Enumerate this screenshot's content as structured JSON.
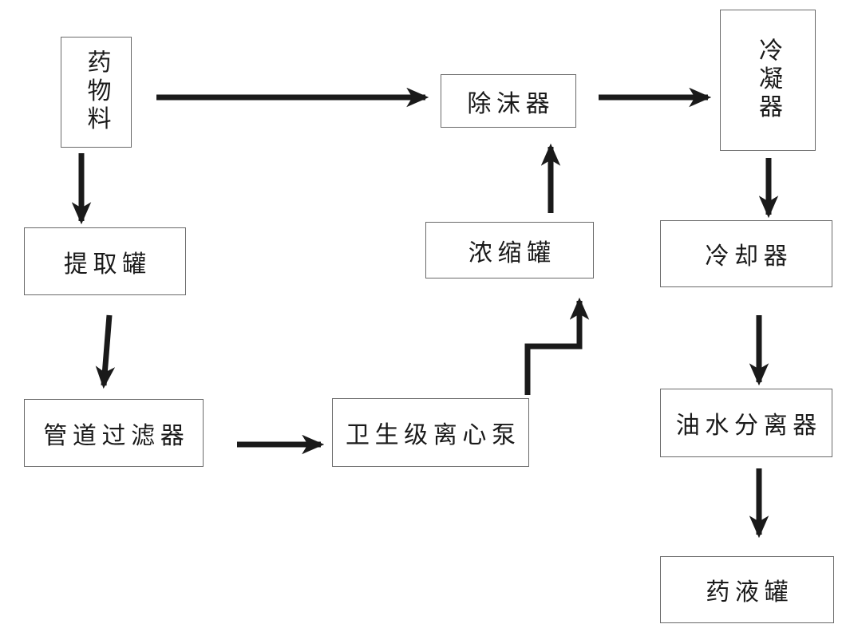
{
  "diagram": {
    "type": "process-flowchart",
    "colors": {
      "background": "#ffffff",
      "box_border": "#6a6a6a",
      "text": "#1a1a1a",
      "arrow": "#1a1a1a"
    },
    "nodes": [
      {
        "id": "drug-material",
        "label": "药物料",
        "orientation": "vertical"
      },
      {
        "id": "extraction-tank",
        "label": "提取罐",
        "orientation": "horizontal"
      },
      {
        "id": "pipeline-filter",
        "label": "管道过滤器",
        "orientation": "horizontal"
      },
      {
        "id": "sanitary-pump",
        "label": "卫生级离心泵",
        "orientation": "horizontal"
      },
      {
        "id": "concentration-tank",
        "label": "浓缩罐",
        "orientation": "horizontal"
      },
      {
        "id": "demister",
        "label": "除沫器",
        "orientation": "horizontal"
      },
      {
        "id": "condenser",
        "label": "冷凝器",
        "orientation": "vertical"
      },
      {
        "id": "cooler",
        "label": "冷却器",
        "orientation": "horizontal"
      },
      {
        "id": "oil-water-separator",
        "label": "油水分离器",
        "orientation": "horizontal"
      },
      {
        "id": "liquid-medicine-tank",
        "label": "药液罐",
        "orientation": "horizontal"
      }
    ],
    "edges": [
      {
        "from": "drug-material",
        "to": "demister"
      },
      {
        "from": "drug-material",
        "to": "extraction-tank"
      },
      {
        "from": "extraction-tank",
        "to": "pipeline-filter"
      },
      {
        "from": "pipeline-filter",
        "to": "sanitary-pump"
      },
      {
        "from": "sanitary-pump",
        "to": "concentration-tank"
      },
      {
        "from": "concentration-tank",
        "to": "demister"
      },
      {
        "from": "demister",
        "to": "condenser"
      },
      {
        "from": "condenser",
        "to": "cooler"
      },
      {
        "from": "cooler",
        "to": "oil-water-separator"
      },
      {
        "from": "oil-water-separator",
        "to": "liquid-medicine-tank"
      }
    ]
  }
}
